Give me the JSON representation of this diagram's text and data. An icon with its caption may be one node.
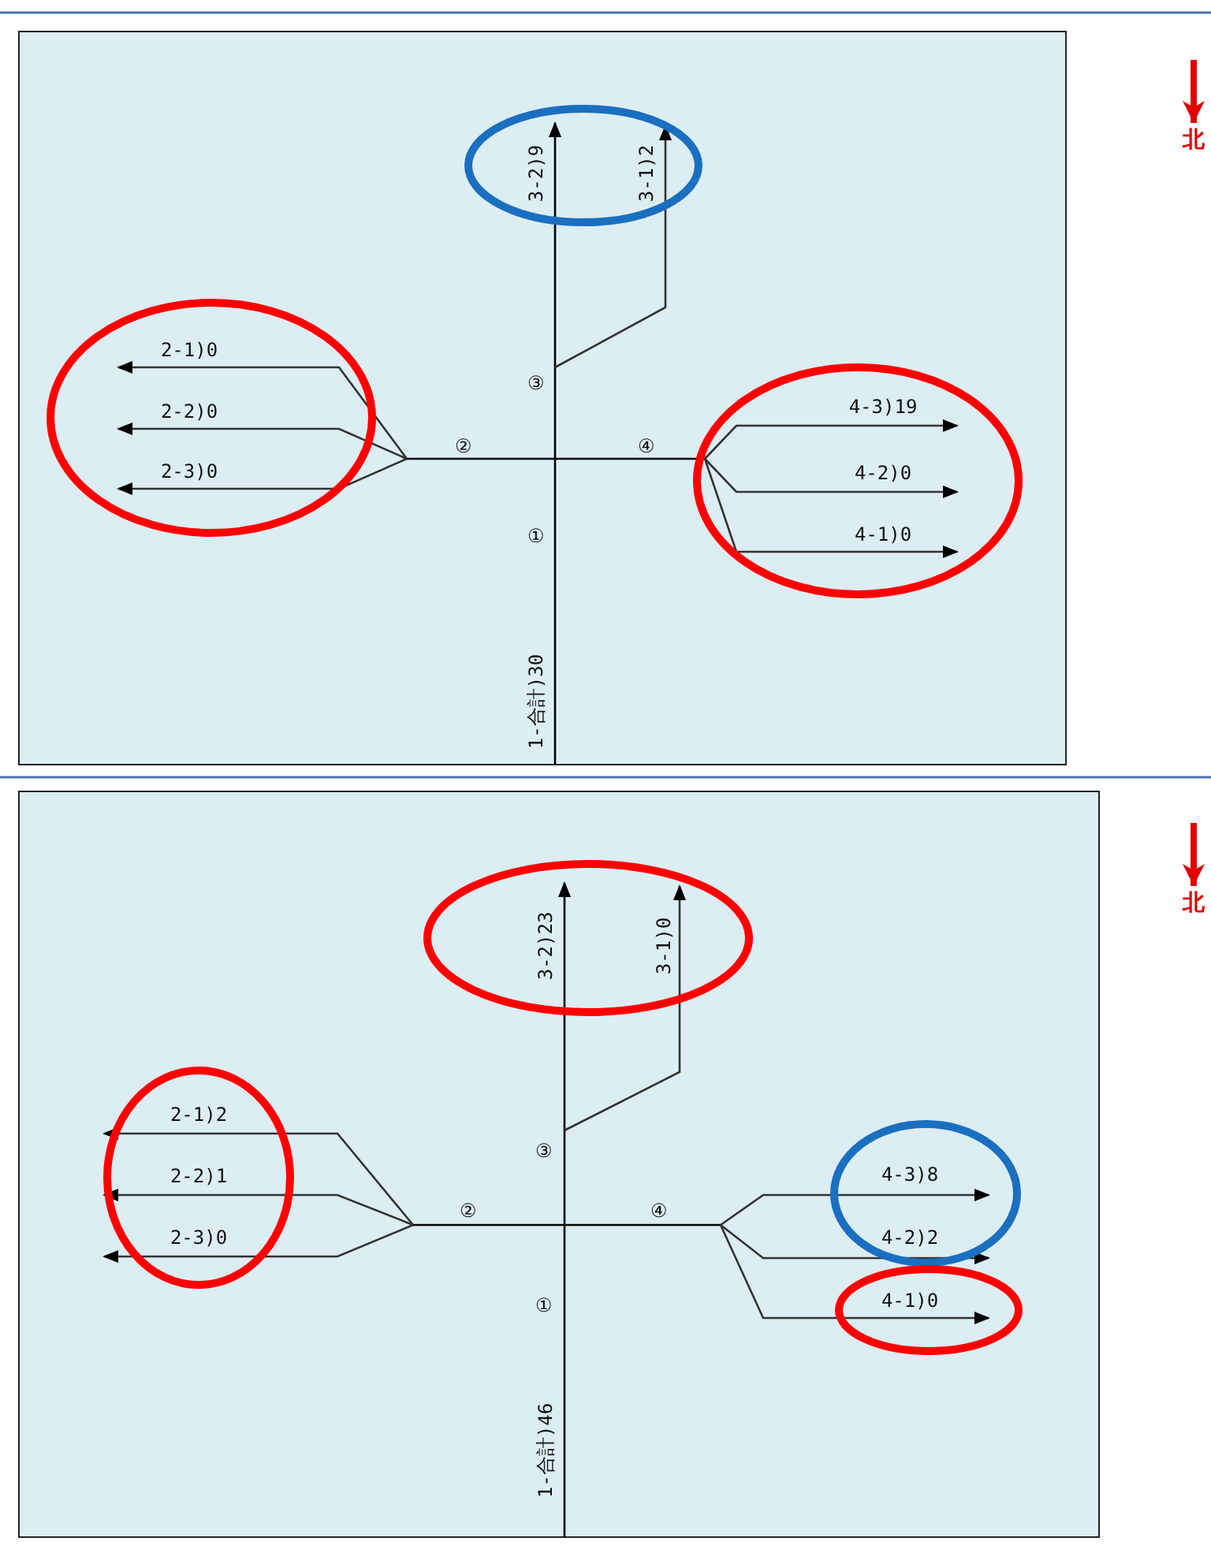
{
  "diagram": {
    "labels": [
      "北",
      "3-2)9",
      "3-1)2",
      "③",
      "2-1)0",
      "2-2)0",
      "2-3)0",
      "②",
      "④",
      "4-3)19",
      "4-2)0",
      "4-1)0",
      "①",
      "1-合計)30",
      "北",
      "3-2)23",
      "3-1)0",
      "③",
      "2-1)2",
      "2-2)1",
      "2-3)0",
      "②",
      "④",
      "4-3)8",
      "4-2)2",
      "4-1)0",
      "①",
      "1-合計)46"
    ]
  }
}
